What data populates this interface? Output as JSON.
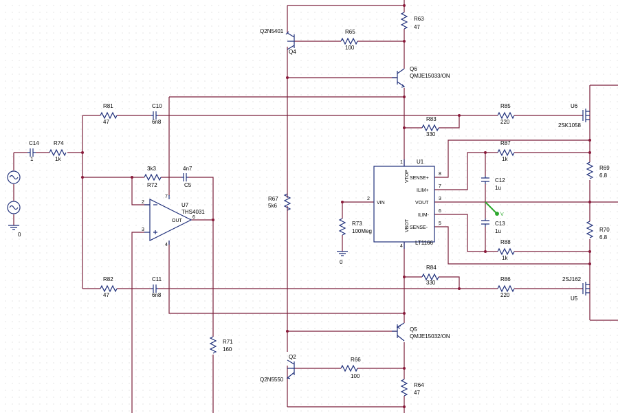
{
  "schematic": {
    "components": [
      {
        "ref": "R63",
        "value": "47"
      },
      {
        "ref": "R65",
        "value": "100"
      },
      {
        "ref": "Q4",
        "value": "Q2N5401"
      },
      {
        "ref": "Q6",
        "value": "QMJE15033/ON"
      },
      {
        "ref": "R81",
        "value": "47"
      },
      {
        "ref": "C10",
        "value": "6n8"
      },
      {
        "ref": "R85",
        "value": "220"
      },
      {
        "ref": "U6",
        "value": "2SK1058"
      },
      {
        "ref": "R83",
        "value": "330"
      },
      {
        "ref": "C14",
        "value": "1"
      },
      {
        "ref": "R74",
        "value": "1k"
      },
      {
        "ref": "R72",
        "value": "3k3"
      },
      {
        "ref": "C5",
        "value": "4n7"
      },
      {
        "ref": "R87",
        "value": "1k"
      },
      {
        "ref": "C12",
        "value": "1u"
      },
      {
        "ref": "R69",
        "value": "6.8"
      },
      {
        "ref": "U7",
        "value": "THS4031"
      },
      {
        "ref": "R67",
        "value": "5k6"
      },
      {
        "ref": "R73",
        "value": "100Meg"
      },
      {
        "ref": "U1",
        "value": "LT1166"
      },
      {
        "ref": "C13",
        "value": "1u"
      },
      {
        "ref": "R70",
        "value": "6.8"
      },
      {
        "ref": "R88",
        "value": "1k"
      },
      {
        "ref": "R84",
        "value": "330"
      },
      {
        "ref": "R82",
        "value": "47"
      },
      {
        "ref": "C11",
        "value": "6n8"
      },
      {
        "ref": "R86",
        "value": "220"
      },
      {
        "ref": "U5",
        "value": "2SJ162"
      },
      {
        "ref": "R71",
        "value": "160"
      },
      {
        "ref": "Q5",
        "value": "QMJE15032/ON"
      },
      {
        "ref": "Q2",
        "value": "Q2N5550"
      },
      {
        "ref": "R66",
        "value": "100"
      },
      {
        "ref": "R64",
        "value": "47"
      }
    ],
    "u1_pins": {
      "sense_p": "SENSE+",
      "ilim_p": "ILIM+",
      "vout": "VOUT",
      "ilim_n": "ILIM-",
      "sense_n": "SENSE-",
      "vin": "VIN",
      "vtop": "VTOP",
      "vbot": "VBOT",
      "n1": "1",
      "n2": "2",
      "n3": "3",
      "n4": "4",
      "n5": "5",
      "n6": "6",
      "n7": "7",
      "n8": "8"
    },
    "u7_pins": {
      "out": "OUT",
      "n2": "2",
      "n3": "3",
      "n4": "4",
      "n6": "6",
      "n7": "7",
      "minus": "-",
      "plus": "+"
    },
    "ground_labels": [
      "0",
      "0"
    ],
    "probe_label": "V"
  }
}
